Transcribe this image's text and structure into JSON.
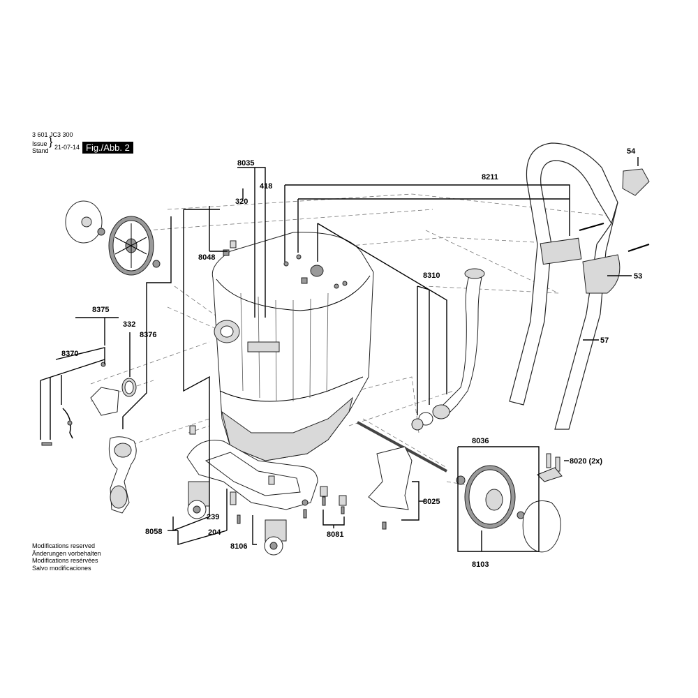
{
  "header": {
    "part_number": "3 601 JC3 300",
    "issue_label": "Issue",
    "stand_label": "Stand",
    "date": "21-07-14",
    "figure": "Fig./Abb. 2"
  },
  "footer_notes": [
    "Modifications reserved",
    "Änderungen vorbehalten",
    "Modifications resérvées",
    "Salvo modificaciones"
  ],
  "callouts": {
    "c54": "54",
    "c8035": "8035",
    "c418": "418",
    "c8211": "8211",
    "c320": "320",
    "c8048": "8048",
    "c8310": "8310",
    "c53": "53",
    "c8375": "8375",
    "c332": "332",
    "c8376": "8376",
    "c8370": "8370",
    "c57": "57",
    "c8036": "8036",
    "c8020": "8020 (2x)",
    "c8025": "8025",
    "c239": "239",
    "c8058": "8058",
    "c204": "204",
    "c8106": "8106",
    "c8081": "8081",
    "c8103": "8103"
  }
}
